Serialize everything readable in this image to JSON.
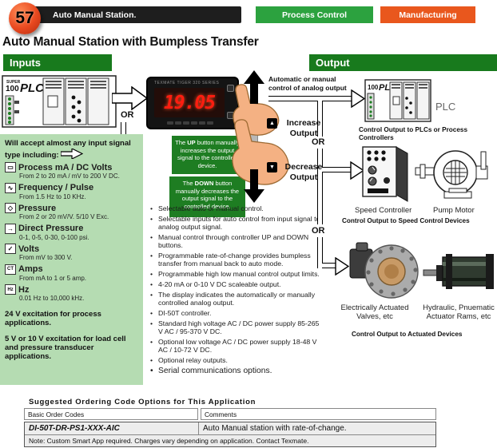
{
  "page": {
    "badge": "57",
    "station": "Auto Manual Station.",
    "tag_green": "Process Control",
    "tag_orange": "Manufacturing",
    "title": "Auto Manual Station with Bumpless Transfer"
  },
  "inputs": {
    "header": "Inputs",
    "plc_brand": {
      "small": "SUPER",
      "num": "100",
      "name": "PLC"
    },
    "or": "OR",
    "accept": "Will accept almost any input signal type including:",
    "signal_types": [
      {
        "icon": "panel-meter-icon",
        "glyph": "▭",
        "name": "Process mA / DC Volts",
        "range": "From 2 to 20 mA / mV to 200 V DC."
      },
      {
        "icon": "pulse-wave-icon",
        "glyph": "∿",
        "name": "Frequency / Pulse",
        "range": "From 1.5 Hz to 10 KHz."
      },
      {
        "icon": "pressure-sensor-icon",
        "glyph": "◇",
        "name": "Pressure",
        "range": "From 2 or 20 mV/V. 5/10 V Exc."
      },
      {
        "icon": "direct-pressure-icon",
        "glyph": "→",
        "name": "Direct Pressure",
        "range": "0-1, 0-5, 0-30, 0-100 psi."
      },
      {
        "icon": "volts-check-icon",
        "glyph": "✓",
        "name": "Volts",
        "range": "From mV to 300 V."
      },
      {
        "icon": "current-transformer-icon",
        "glyph": "CT",
        "name": "Amps",
        "range": "From mA to 1 or 5 amp."
      },
      {
        "icon": "hertz-icon",
        "glyph": "Hz",
        "name": "Hz",
        "range": "0.01 Hz to 10,000 kHz."
      }
    ],
    "note_24v": "24 V excitation for process applications.",
    "note_5v": "5 V or 10 V excitation for load cell and pressure transducer applications."
  },
  "meter": {
    "brand": "TEXMATE TIGER 320 SERIES",
    "value": "19.05"
  },
  "controls": {
    "auto_note": "Automatic or manual control of analog output",
    "up_glyph": "▲",
    "down_glyph": "▼",
    "increase": "Increase Output",
    "decrease": "Decrease Output",
    "up_pre": "The ",
    "up_key": "UP",
    "up_post": " button manually increases the output signal to the controlled device.",
    "down_pre": "The ",
    "down_key": "DOWN",
    "down_post": " button manually decreases the output signal to the controlled device."
  },
  "features": [
    "Selectable auto or manual control.",
    "Selectable inputs for auto control from input signal to analog output signal.",
    "Manual control through controller UP and DOWN buttons.",
    "Programmable rate-of-change provides bumpless transfer from manual back to auto mode.",
    "Programmable high low manual control output limits.",
    "4-20 mA or 0-10 V DC scaleable output.",
    "The display indicates the automatically or manually controlled analog output.",
    "DI-50T controller.",
    "Standard high voltage AC / DC power supply 85-265 V AC / 95-370 V DC.",
    "Optional low voltage AC / DC power supply 18-48 V AC / 10-72 V DC.",
    "Optional relay outputs.",
    "Serial communications options."
  ],
  "output": {
    "header": "Output",
    "or1": "OR",
    "or2": "OR",
    "plc_label": "PLC",
    "plc_brand": {
      "num": "100",
      "name": "PLC"
    },
    "caption_plc": "Control Output to PLCs or Process Controllers",
    "speed_label": "Speed Controller",
    "pump_label": "Pump Motor",
    "caption_speed": "Control Output to Speed Control Devices",
    "valves_label": "Electrically Actuated Valves, etc",
    "rams_label": "Hydraulic, Pnuematic Actuator Rams, etc",
    "caption_actuated": "Control Output to Actuated Devices"
  },
  "ordering": {
    "title": "Suggested Ordering Code Options for This Application",
    "col1": "Basic Order Codes",
    "col2": "Comments",
    "code": "DI-50T-DR-PS1-XXX-AIC",
    "comment": "Auto Manual station with rate-of-change.",
    "note": "Note: Custom Smart App required. Charges vary depending on application. Contact Texmate."
  },
  "colors": {
    "header_green": "#187a1d",
    "panel_green": "#b5dcb2",
    "note_green": "#1e7d22",
    "tag_green": "#2ca23f",
    "tag_orange": "#e9571d",
    "badge_orange": "#e8481f",
    "display_red": "#ff1d10"
  }
}
